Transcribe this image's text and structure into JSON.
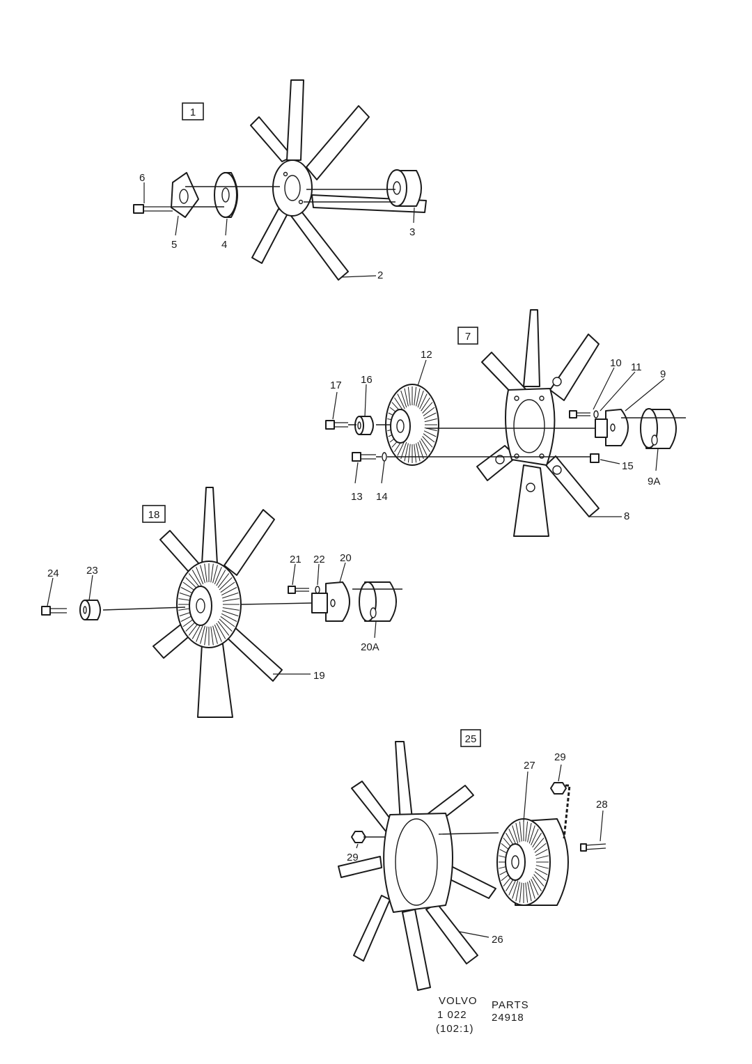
{
  "groups": {
    "g1": "1",
    "g7": "7",
    "g18": "18",
    "g25": "25"
  },
  "parts": {
    "p2": "2",
    "p3": "3",
    "p4": "4",
    "p5": "5",
    "p6": "6",
    "p8": "8",
    "p9": "9",
    "p9a": "9A",
    "p10": "10",
    "p11": "11",
    "p12": "12",
    "p13": "13",
    "p14": "14",
    "p15": "15",
    "p16": "16",
    "p17": "17",
    "p19": "19",
    "p20": "20",
    "p20a": "20A",
    "p21": "21",
    "p22": "22",
    "p23": "23",
    "p24": "24",
    "p26": "26",
    "p27": "27",
    "p28": "28",
    "p29a": "29",
    "p29b": "29"
  },
  "footer": {
    "brand": "VOLVO",
    "parts": "PARTS",
    "ref": "1  022",
    "number": "24918",
    "scale": "(102:1)"
  }
}
